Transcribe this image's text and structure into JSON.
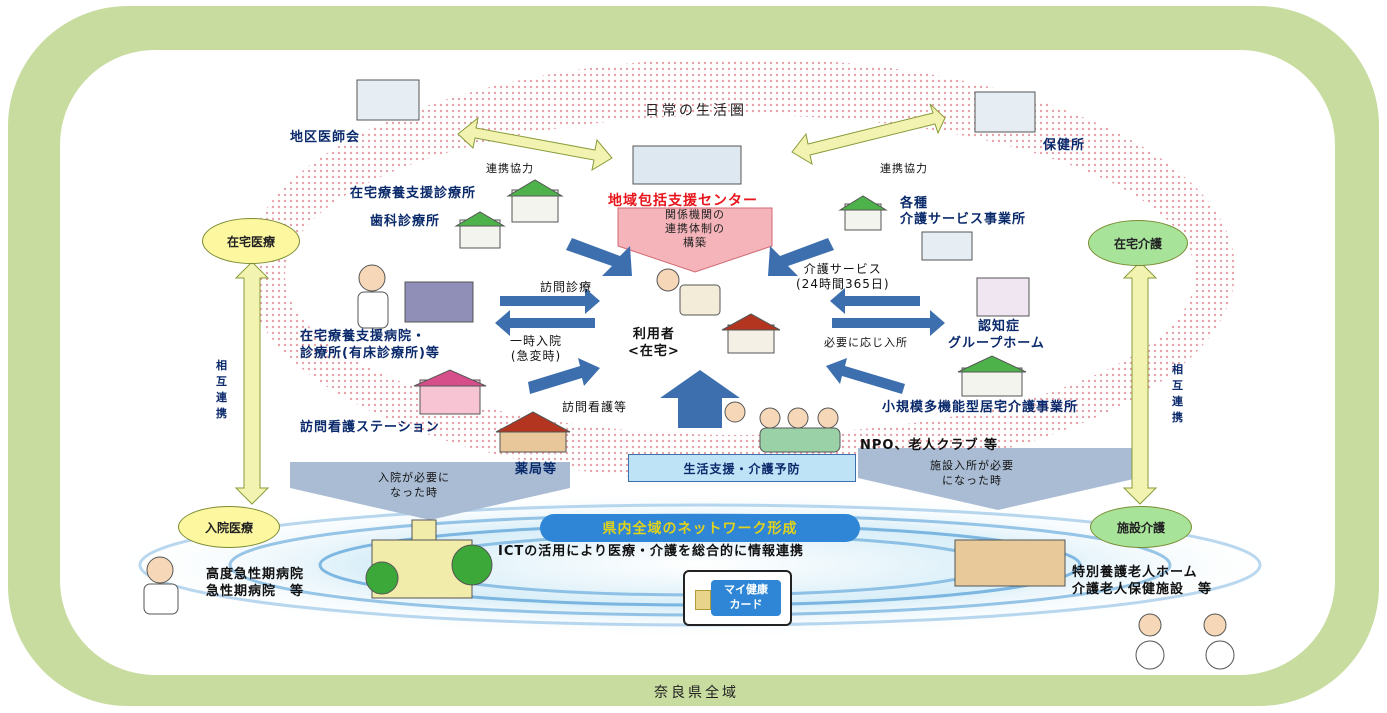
{
  "region": {
    "title": "奈良県全域"
  },
  "sphere": {
    "title": "日常の生活圏"
  },
  "center": {
    "title": "地域包括支援センター",
    "note_lines": [
      "関係機関の",
      "連携体制の",
      "構築"
    ]
  },
  "user": {
    "label_lines": [
      "利用者",
      "<在宅>"
    ]
  },
  "facilities": {
    "district_doctors": "地区医師会",
    "health_center": "保健所",
    "home_clinic": "在宅療養支援診療所",
    "dental_clinic": "歯科診療所",
    "care_services_lines": [
      "各種",
      "介護サービス事業所"
    ],
    "home_hospital_lines": [
      "在宅療養支援病院・",
      "診療所(有床診療所)等"
    ],
    "visiting_nurse": "訪問看護ステーション",
    "pharmacy": "薬局等",
    "dementia_home_lines": [
      "認知症",
      "グループホーム"
    ],
    "small_multi": "小規模多機能型居宅介護事業所",
    "npo": "NPO、老人クラブ 等",
    "acute_hospitals_lines": [
      "高度急性期病院",
      "急性期病院　等"
    ],
    "nursing_facilities_lines": [
      "特別養護老人ホーム",
      "介護老人保健施設　等"
    ]
  },
  "links": {
    "coop_left": "連携協力",
    "coop_right": "連携協力",
    "home_visit": "訪問診療",
    "temp_admission_lines": [
      "一時入院",
      "(急変時)"
    ],
    "visit_nursing": "訪問看護等",
    "care_service_lines": [
      "介護サービス",
      "(24時間365日)"
    ],
    "as_needed": "必要に応じ入所",
    "mutual_left": [
      "相",
      "互",
      "連",
      "携"
    ],
    "mutual_right": [
      "相",
      "互",
      "連",
      "携"
    ],
    "need_admission_lines": [
      "入院が必要に",
      "なった時"
    ],
    "need_facility_lines": [
      "施設入所が必要",
      "になった時"
    ]
  },
  "ovals": {
    "home_medical": "在宅医療",
    "home_care": "在宅介護",
    "inpatient": "入院医療",
    "facility_care": "施設介護"
  },
  "support_box": "生活支援・介護予防",
  "network": {
    "title": "県内全域のネットワーク形成",
    "subtitle": "ICTの活用により医療・介護を総合的に情報連携"
  },
  "card": {
    "lines": [
      "マイ健康",
      "カード"
    ]
  },
  "colors": {
    "outer_band": "#c8dca0",
    "sphere_pink": "#f2c9cd",
    "navy": "#0b2a6b",
    "arrow_blue": "#3d6fae",
    "red_title": "#e8141b",
    "support_box": "#bfe3f6"
  }
}
